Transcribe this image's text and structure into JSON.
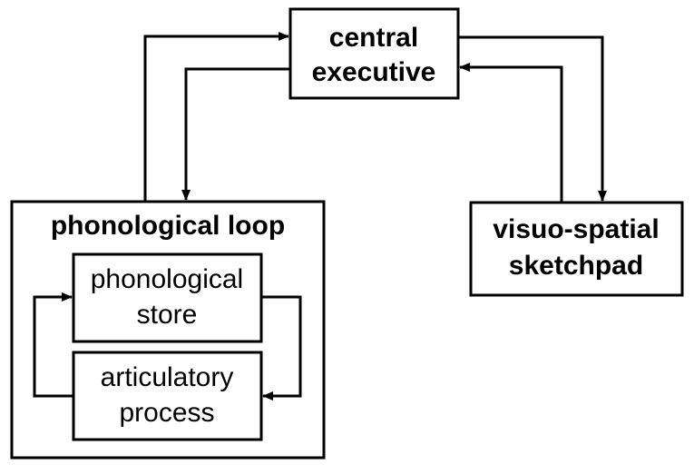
{
  "colors": {
    "stroke": "#000000",
    "background": "#ffffff"
  },
  "nodes": {
    "central_executive": {
      "line1": "central",
      "line2": "executive"
    },
    "phonological_loop": {
      "title": "phonological loop"
    },
    "phonological_store": {
      "line1": "phonological",
      "line2": "store"
    },
    "articulatory_process": {
      "line1": "articulatory",
      "line2": "process"
    },
    "visuo_spatial_sketchpad": {
      "line1": "visuo-spatial",
      "line2": "sketchpad"
    }
  }
}
